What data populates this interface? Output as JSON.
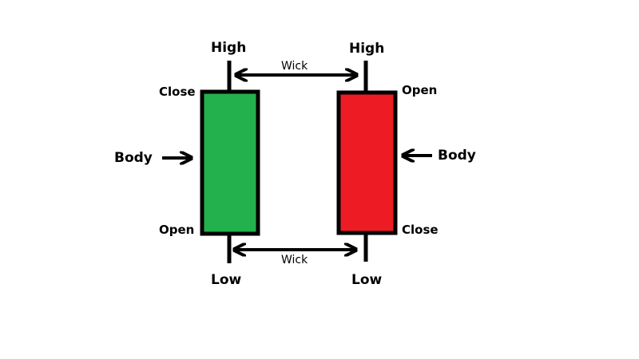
{
  "colors": {
    "bullish": "#22b14c",
    "bearish": "#ed1c24",
    "outline": "#000000",
    "background": "#ffffff"
  },
  "green_candle": {
    "high_label": "High",
    "low_label": "Low",
    "close_label": "Close",
    "open_label": "Open"
  },
  "red_candle": {
    "high_label": "High",
    "low_label": "Low",
    "open_label": "Open",
    "close_label": "Close"
  },
  "arrows": {
    "left_body_label": "Body",
    "right_body_label": "Body",
    "top_wick_label": "Wick",
    "bottom_wick_label": "Wick"
  }
}
